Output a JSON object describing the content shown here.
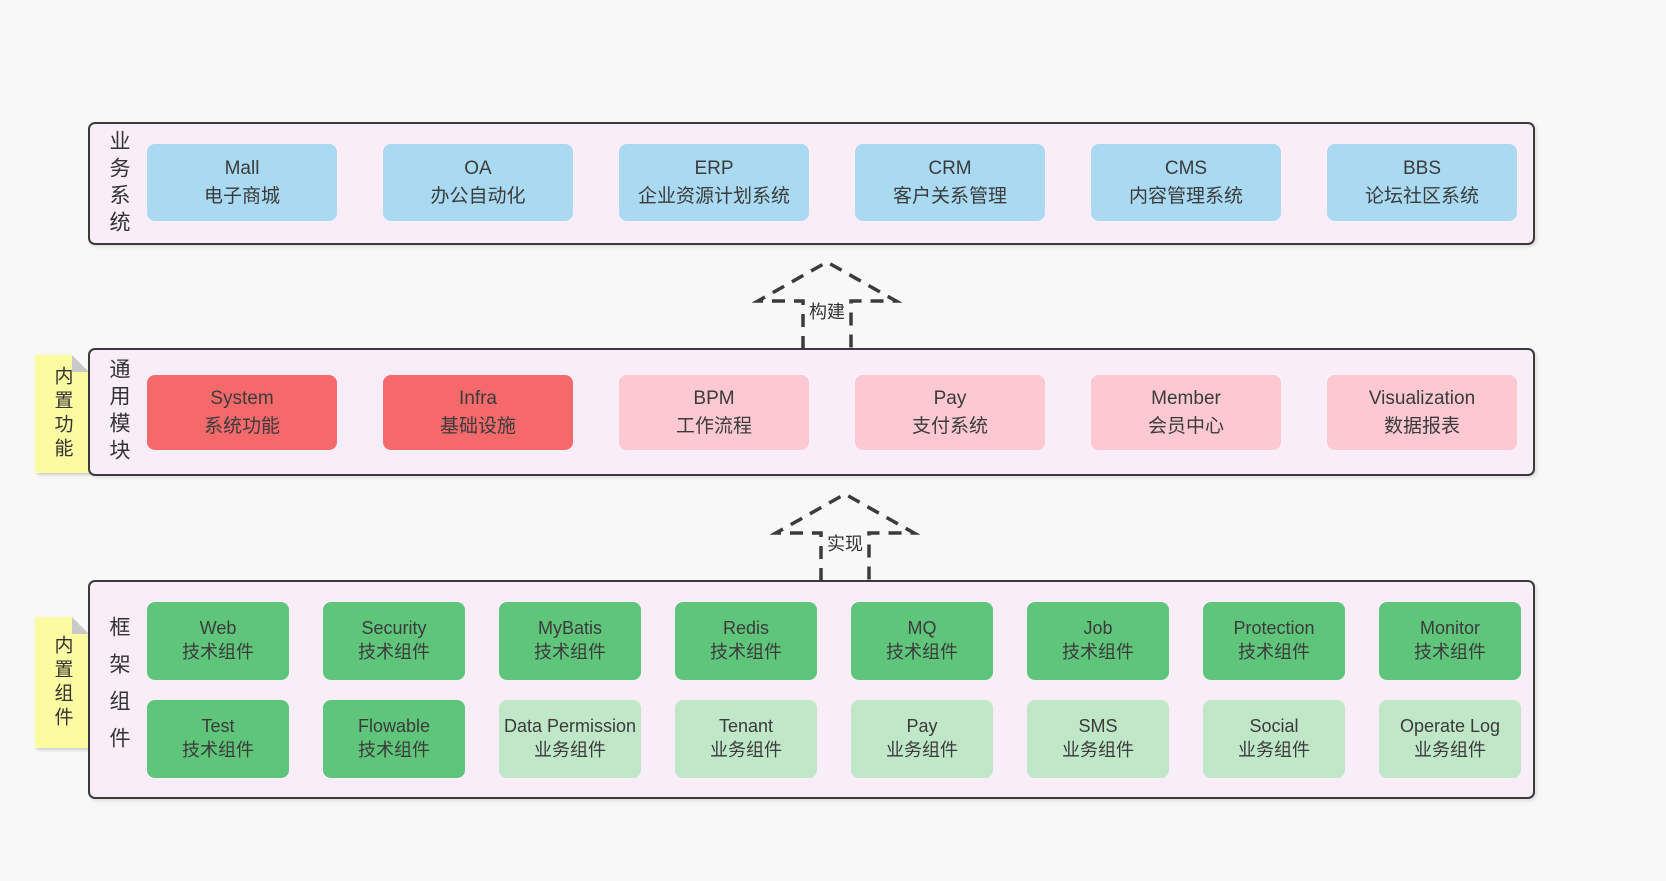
{
  "colors": {
    "page": "#f8f8f8",
    "panel": "#f9edf7",
    "ink": "#3b3b3b",
    "blue": "#a9daf2",
    "red": "#f5696b",
    "pink": "#fcc9d3",
    "green": "#5fc57b",
    "lightgreen": "#bfe7c8",
    "note": "#fbfba1",
    "notefold": "#c9c9c9"
  },
  "arrows": [
    {
      "label": "构建"
    },
    {
      "label": "实现"
    }
  ],
  "layers": {
    "business": {
      "title": "业务系统",
      "boxes": [
        {
          "en": "Mall",
          "zh": "电子商城",
          "variant": "blue"
        },
        {
          "en": "OA",
          "zh": "办公自动化",
          "variant": "blue"
        },
        {
          "en": "ERP",
          "zh": "企业资源计划系统",
          "variant": "blue"
        },
        {
          "en": "CRM",
          "zh": "客户关系管理",
          "variant": "blue"
        },
        {
          "en": "CMS",
          "zh": "内容管理系统",
          "variant": "blue"
        },
        {
          "en": "BBS",
          "zh": "论坛社区系统",
          "variant": "blue"
        }
      ]
    },
    "modules": {
      "title": "通用模块",
      "note": "内置功能",
      "boxes": [
        {
          "en": "System",
          "zh": "系统功能",
          "variant": "red"
        },
        {
          "en": "Infra",
          "zh": "基础设施",
          "variant": "red"
        },
        {
          "en": "BPM",
          "zh": "工作流程",
          "variant": "pink"
        },
        {
          "en": "Pay",
          "zh": "支付系统",
          "variant": "pink"
        },
        {
          "en": "Member",
          "zh": "会员中心",
          "variant": "pink"
        },
        {
          "en": "Visualization",
          "zh": "数据报表",
          "variant": "pink"
        }
      ]
    },
    "components": {
      "title": "框架组件",
      "note": "内置组件",
      "row1": [
        {
          "en": "Web",
          "zh": "技术组件",
          "variant": "green"
        },
        {
          "en": "Security",
          "zh": "技术组件",
          "variant": "green"
        },
        {
          "en": "MyBatis",
          "zh": "技术组件",
          "variant": "green"
        },
        {
          "en": "Redis",
          "zh": "技术组件",
          "variant": "green"
        },
        {
          "en": "MQ",
          "zh": "技术组件",
          "variant": "green"
        },
        {
          "en": "Job",
          "zh": "技术组件",
          "variant": "green"
        },
        {
          "en": "Protection",
          "zh": "技术组件",
          "variant": "green"
        },
        {
          "en": "Monitor",
          "zh": "技术组件",
          "variant": "green"
        }
      ],
      "row2": [
        {
          "en": "Test",
          "zh": "技术组件",
          "variant": "green"
        },
        {
          "en": "Flowable",
          "zh": "技术组件",
          "variant": "green"
        },
        {
          "en": "Data Permission",
          "zh": "业务组件",
          "variant": "lightgreen"
        },
        {
          "en": "Tenant",
          "zh": "业务组件",
          "variant": "lightgreen"
        },
        {
          "en": "Pay",
          "zh": "业务组件",
          "variant": "lightgreen"
        },
        {
          "en": "SMS",
          "zh": "业务组件",
          "variant": "lightgreen"
        },
        {
          "en": "Social",
          "zh": "业务组件",
          "variant": "lightgreen"
        },
        {
          "en": "Operate Log",
          "zh": "业务组件",
          "variant": "lightgreen"
        }
      ]
    }
  }
}
